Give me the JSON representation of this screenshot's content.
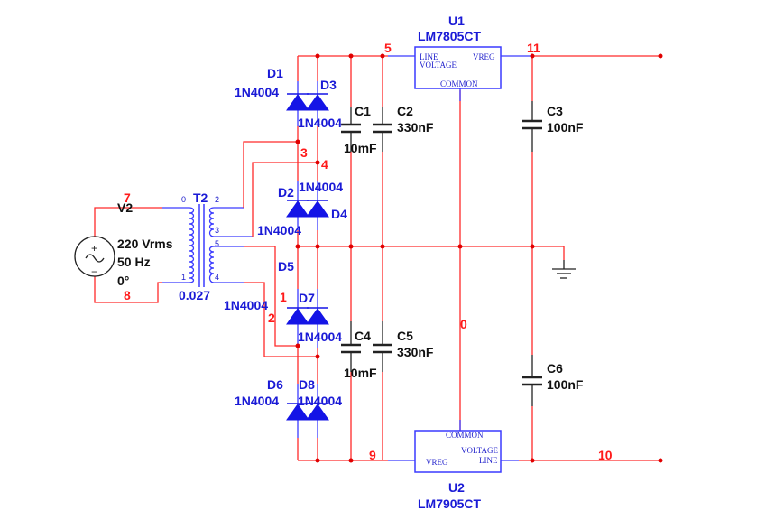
{
  "title": "Dual +5V / -5V Regulated Power Supply Schematic",
  "colors": {
    "wire": "#ff2a2a",
    "component": "#1a1ad6",
    "passive": "#111111",
    "junction": "#e00000"
  },
  "source": {
    "ref": "V2",
    "voltage": "220 Vrms",
    "frequency": "50 Hz",
    "phase": "0°",
    "plus": "+",
    "minus": "−",
    "symbol": "~"
  },
  "transformer": {
    "ref": "T2",
    "ratio": "0.027",
    "pins": [
      "0",
      "1",
      "2",
      "3",
      "5",
      "4"
    ]
  },
  "diodes": [
    {
      "ref": "D1",
      "model": "1N4004"
    },
    {
      "ref": "D3",
      "model": "1N4004"
    },
    {
      "ref": "D2",
      "model": "1N4004"
    },
    {
      "ref": "D4",
      "model": "1N4004"
    },
    {
      "ref": "D5",
      "model": "1N4004"
    },
    {
      "ref": "D7",
      "model": "1N4004"
    },
    {
      "ref": "D6",
      "model": "1N4004"
    },
    {
      "ref": "D8",
      "model": "1N4004"
    }
  ],
  "capacitors": [
    {
      "ref": "C1",
      "value": "10mF"
    },
    {
      "ref": "C2",
      "value": "330nF"
    },
    {
      "ref": "C3",
      "value": "100nF"
    },
    {
      "ref": "C4",
      "value": "10mF"
    },
    {
      "ref": "C5",
      "value": "330nF"
    },
    {
      "ref": "C6",
      "value": "100nF"
    }
  ],
  "regulators": [
    {
      "ref": "U1",
      "model": "LM7805CT",
      "pin_line": "LINE",
      "pin_voltage": "VOLTAGE",
      "pin_vreg": "VREG",
      "pin_common": "COMMON"
    },
    {
      "ref": "U2",
      "model": "LM7905CT",
      "pin_line": "LINE",
      "pin_voltage": "VOLTAGE",
      "pin_vreg": "VREG",
      "pin_common": "COMMON"
    }
  ],
  "nodes": {
    "n0": "0",
    "n1": "1",
    "n2": "2",
    "n3": "3",
    "n4": "4",
    "n5": "5",
    "n7": "7",
    "n8": "8",
    "n9": "9",
    "n10": "10",
    "n11": "11"
  }
}
